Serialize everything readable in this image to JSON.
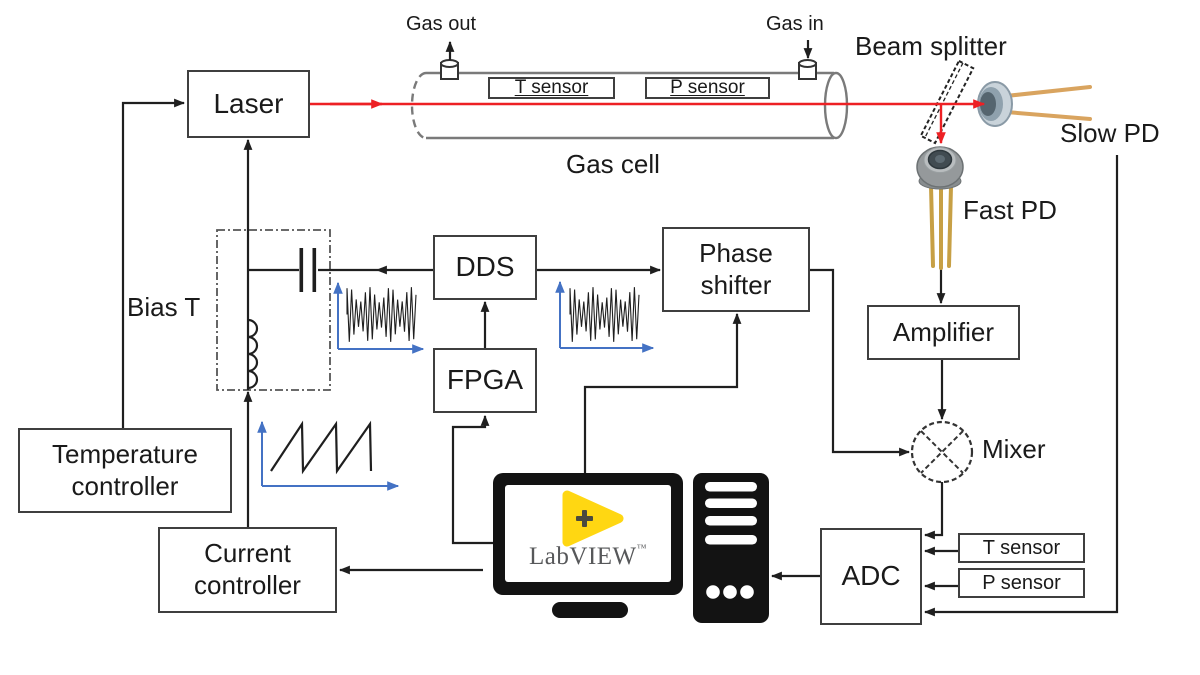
{
  "figure": {
    "type": "block-diagram",
    "labels": {
      "laser": "Laser",
      "gas_cell": "Gas cell",
      "t_sensor_top": "T sensor",
      "p_sensor_top": "P sensor",
      "gas_out": "Gas out",
      "gas_in": "Gas in",
      "beam_splitter": "Beam splitter",
      "slow_pd": "Slow PD",
      "fast_pd": "Fast PD",
      "bias_t": "Bias T",
      "dds": "DDS",
      "fpga": "FPGA",
      "phase_shifter": "Phase shifter",
      "amplifier": "Amplifier",
      "mixer": "Mixer",
      "adc": "ADC",
      "temperature_controller": "Temperature controller",
      "current_controller": "Current controller",
      "t_sensor_input": "T sensor",
      "p_sensor_input": "P sensor",
      "labview": "LabVIEW",
      "labview_tm": "™"
    },
    "colors": {
      "line": "#1f1f1f",
      "beam_red": "#ed2024",
      "axis_blue": "#4472c4",
      "labview_yellow": "#ffd712",
      "box_border": "#3f3f3f",
      "cell_gray": "#7a7a7a"
    }
  }
}
